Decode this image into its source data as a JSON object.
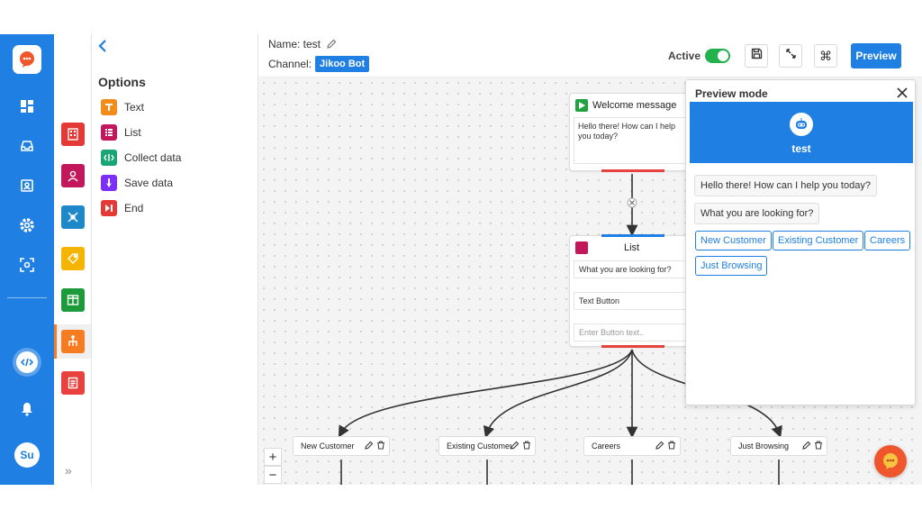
{
  "rail": {
    "icons": [
      "dashboard-icon",
      "inbox-icon",
      "contacts-icon",
      "settings-icon",
      "scan-icon",
      "code-icon",
      "bell-icon"
    ],
    "avatar_initials": "Su"
  },
  "apps": [
    "building-icon",
    "user-icon",
    "integration-icon",
    "tag-icon",
    "columns-icon",
    "flow-icon",
    "notes-icon"
  ],
  "options": {
    "title": "Options",
    "items": [
      {
        "label": "Text",
        "icon": "text-icon",
        "color": "#f28c1a"
      },
      {
        "label": "List",
        "icon": "list-icon",
        "color": "#c2185b"
      },
      {
        "label": "Collect data",
        "icon": "collect-data-icon",
        "color": "#1aa576"
      },
      {
        "label": "Save data",
        "icon": "save-data-icon",
        "color": "#7b2ff7"
      },
      {
        "label": "End",
        "icon": "end-icon",
        "color": "#e53935"
      }
    ]
  },
  "header": {
    "name_label": "Name: test",
    "channel_label": "Channel:",
    "channel_value": "Jikoo Bot",
    "active_label": "Active",
    "preview_label": "Preview"
  },
  "canvas": {
    "welcome": {
      "title": "Welcome message",
      "text": "Hello there! How can I help you today?"
    },
    "list": {
      "title": "List",
      "question": "What you are looking for?",
      "button_field": "Text Button",
      "placeholder": "Enter Button text.."
    },
    "children": [
      "New Customer",
      "Existing Customer",
      "Careers",
      "Just Browsing"
    ],
    "zoom_in": "+",
    "zoom_out": "−"
  },
  "preview": {
    "title": "Preview mode",
    "bot_name": "test",
    "messages": [
      "Hello there! How can I help you today?",
      "What you are looking for?"
    ],
    "buttons": [
      "New Customer",
      "Existing Customer",
      "Careers",
      "Just Browsing"
    ]
  },
  "colors": {
    "primary": "#1f7fe3",
    "accent_red": "#e8423f",
    "toggle_on": "#22b14c"
  }
}
